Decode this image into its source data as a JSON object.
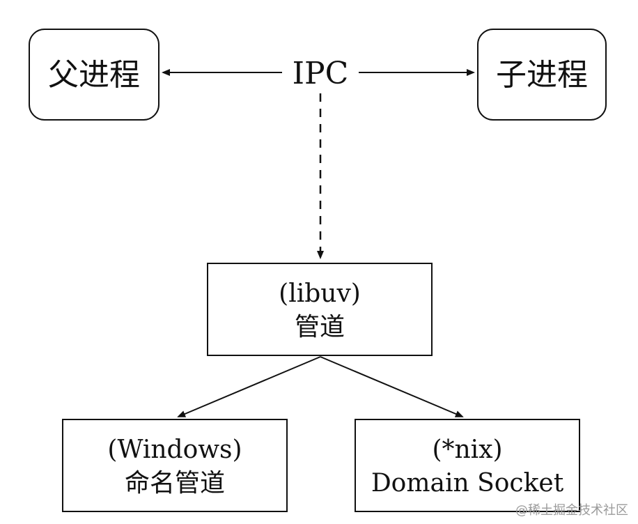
{
  "nodes": {
    "parent": {
      "label": "父进程"
    },
    "child": {
      "label": "子进程"
    },
    "pipe": {
      "line1": "(libuv)",
      "line2": "管道"
    },
    "windows": {
      "line1": "(Windows)",
      "line2": "命名管道"
    },
    "unix": {
      "line1": "(*nix)",
      "line2": "Domain Socket"
    }
  },
  "edges": {
    "ipc_label": "IPC"
  },
  "colors": {
    "stroke": "#111111",
    "background": "#ffffff",
    "watermark": "#9a9a9a"
  },
  "watermark": "@稀土掘金技术社区"
}
